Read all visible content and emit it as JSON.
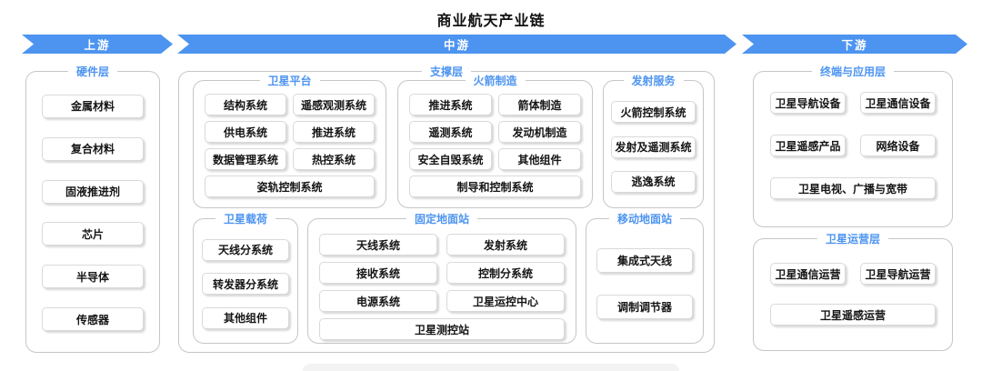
{
  "title": "商业航天产业链",
  "colors": {
    "accent": "#4D94F0"
  },
  "stages": {
    "upstream": "上游",
    "midstream": "中游",
    "downstream": "下游"
  },
  "upstream": {
    "label": "硬件层",
    "items": [
      "金属材料",
      "复合材料",
      "固液推进剂",
      "芯片",
      "半导体",
      "传感器"
    ]
  },
  "midstream": {
    "label": "支撑层",
    "satellite_platform": {
      "label": "卫星平台",
      "items": [
        "结构系统",
        "遥感观测系统",
        "供电系统",
        "推进系统",
        "数据管理系统",
        "热控系统",
        "姿轨控制系统"
      ]
    },
    "rocket_manufacturing": {
      "label": "火箭制造",
      "items": [
        "推进系统",
        "箭体制造",
        "遥测系统",
        "发动机制造",
        "安全自毁系统",
        "其他组件",
        "制导和控制系统"
      ]
    },
    "launch_services": {
      "label": "发射服务",
      "items": [
        "火箭控制系统",
        "发射及遥测系统",
        "逃逸系统"
      ]
    },
    "satellite_payload": {
      "label": "卫星载荷",
      "items": [
        "天线分系统",
        "转发器分系统",
        "其他组件"
      ]
    },
    "fixed_ground_station": {
      "label": "固定地面站",
      "items": [
        "天线系统",
        "发射系统",
        "接收系统",
        "控制分系统",
        "电源系统",
        "卫星运控中心",
        "卫星测控站"
      ]
    },
    "mobile_ground_station": {
      "label": "移动地面站",
      "items": [
        "集成式天线",
        "调制调节器"
      ]
    }
  },
  "downstream": {
    "terminal_application": {
      "label": "终端与应用层",
      "items": [
        "卫星导航设备",
        "卫星通信设备",
        "卫星遥感产品",
        "网络设备",
        "卫星电视、广播与宽带"
      ]
    },
    "satellite_operation": {
      "label": "卫星运营层",
      "items": [
        "卫星通信运营",
        "卫星导航运营",
        "卫星遥感运营"
      ]
    }
  }
}
